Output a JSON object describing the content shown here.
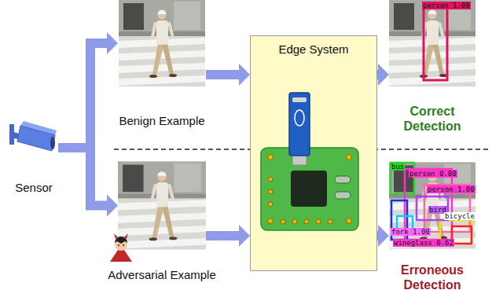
{
  "diagram": {
    "nodes": [
      {
        "text": [
          "Sensor"
        ]
      },
      {
        "text": [
          "Benign Example"
        ]
      },
      {
        "text": [
          "Adversarial Example"
        ]
      },
      {
        "text": [
          "Edge System"
        ]
      },
      {
        "text": [
          "Correct Detection"
        ]
      },
      {
        "text": [
          "Erroneous Detection"
        ]
      }
    ],
    "edges": [
      {
        "from": 0,
        "to": 1,
        "arrow": "to"
      },
      {
        "from": 0,
        "to": 2,
        "arrow": "to"
      },
      {
        "from": 1,
        "to": 3,
        "arrow": "to"
      },
      {
        "from": 3,
        "to": 4,
        "arrow": "to"
      },
      {
        "from": 2,
        "to": 3,
        "arrow": "to"
      },
      {
        "from": 3,
        "to": 5,
        "arrow": "to"
      }
    ],
    "labels": [
      "person 1.00",
      "bus",
      "person 0.80",
      "person 1.00",
      "bird",
      "bicycle",
      "fork 1.00",
      "wineglass 0.62"
    ]
  }
}
